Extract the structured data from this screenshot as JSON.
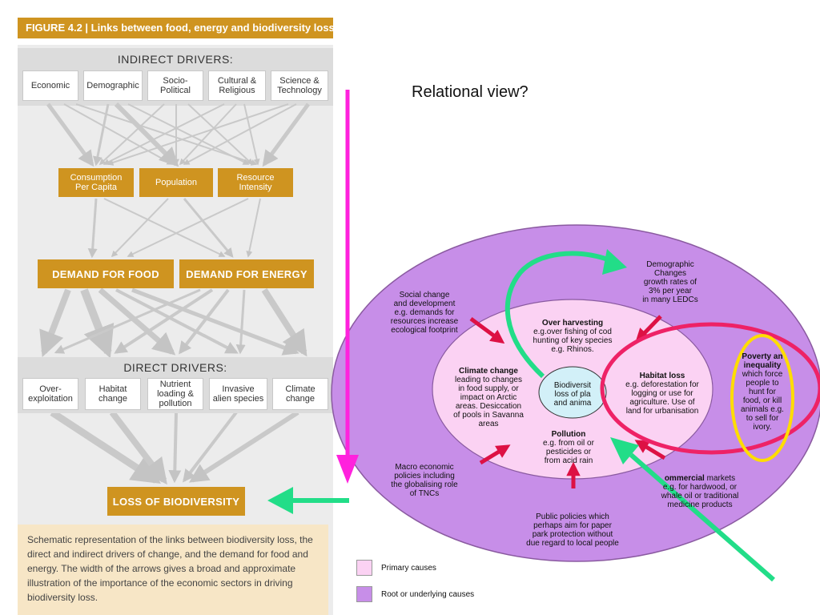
{
  "figure": {
    "title": "FIGURE 4.2 | Links between food, energy and biodiversity loss",
    "indirect_header": "INDIRECT DRIVERS:",
    "indirect": [
      {
        "label1": "Economic",
        "label2": ""
      },
      {
        "label1": "Demographic",
        "label2": ""
      },
      {
        "label1": "Socio-",
        "label2": "Political"
      },
      {
        "label1": "Cultural &",
        "label2": "Religious"
      },
      {
        "label1": "Science &",
        "label2": "Technology"
      }
    ],
    "mid": [
      {
        "label1": "Consumption",
        "label2": "Per Capita"
      },
      {
        "label1": "Population",
        "label2": ""
      },
      {
        "label1": "Resource",
        "label2": "Intensity"
      }
    ],
    "demand_food": "DEMAND FOR FOOD",
    "demand_energy": "DEMAND FOR ENERGY",
    "direct_header": "DIRECT DRIVERS:",
    "direct": [
      {
        "label1": "Over-",
        "label2": "exploitation",
        "label3": ""
      },
      {
        "label1": "Habitat",
        "label2": "change",
        "label3": ""
      },
      {
        "label1": "Nutrient",
        "label2": "loading &",
        "label3": "pollution"
      },
      {
        "label1": "Invasive",
        "label2": "alien species",
        "label3": ""
      },
      {
        "label1": "Climate",
        "label2": "change",
        "label3": ""
      }
    ],
    "loss": "LOSS OF BIODIVERSITY",
    "caption": "Schematic representation of the links between biodiversity loss, the direct and indirect drivers of change, and the demand for food and energy. The width of the arrows gives a broad and approximate illustration of the importance of the economic sectors in driving biodiversity loss."
  },
  "relational_view": "Relational view?",
  "diagram": {
    "center": [
      "Biodiversit",
      "loss of pla",
      "and anima"
    ],
    "over_harvesting": {
      "title": "Over harvesting",
      "lines": [
        "e.g.over fishing of cod",
        "hunting of key species",
        "e.g. Rhinos."
      ]
    },
    "climate_change": {
      "title": "Climate change",
      "lines": [
        "leading to changes",
        "in food supply, or",
        "impact on Arctic",
        "areas. Desiccation",
        "of pools in Savanna",
        "areas"
      ]
    },
    "habitat_loss": {
      "title": "Habitat loss",
      "lines": [
        "e.g. deforestation for",
        "logging or use for",
        "agriculture. Use of",
        "land for urbanisation"
      ]
    },
    "pollution": {
      "title": "Pollution",
      "lines": [
        "e.g. from oil or",
        "pesticides or",
        "from acid rain"
      ]
    },
    "social_change": [
      "Social change",
      "and development",
      "e.g. demands for",
      "resources increase",
      "ecological footprint"
    ],
    "demographic": [
      "Demographic",
      "Changes",
      "growth rates of",
      "3% per year",
      "in many LEDCs"
    ],
    "poverty": {
      "title1": "Poverty an",
      "title2": "inequality",
      "lines": [
        "which force",
        "people to",
        "hunt for",
        "food, or kill",
        "animals e.g.",
        "to sell for",
        "ivory."
      ]
    },
    "macro": [
      "Macro economic",
      "policies including",
      "the globalising role",
      "of TNCs"
    ],
    "commercial": {
      "title": "ommercial",
      "rest": " markets",
      "lines": [
        "e.g. for hardwood, or",
        "whale oil or traditional",
        "medicine products"
      ]
    },
    "public_policies": [
      "Public policies which",
      "perhaps aim for paper",
      "park protection without",
      "due regard to local people"
    ]
  },
  "legend": {
    "primary": "Primary causes",
    "root": "Root or underlying causes"
  },
  "colors": {
    "gold": "#cf9420",
    "magenta": "#ff22dd",
    "green": "#22dd88",
    "outer": "#c78ee8",
    "inner": "#fbd2f3",
    "center": "#d2f0f8",
    "red_ring": "#ee2266",
    "yellow_ring": "#ffdd00"
  }
}
